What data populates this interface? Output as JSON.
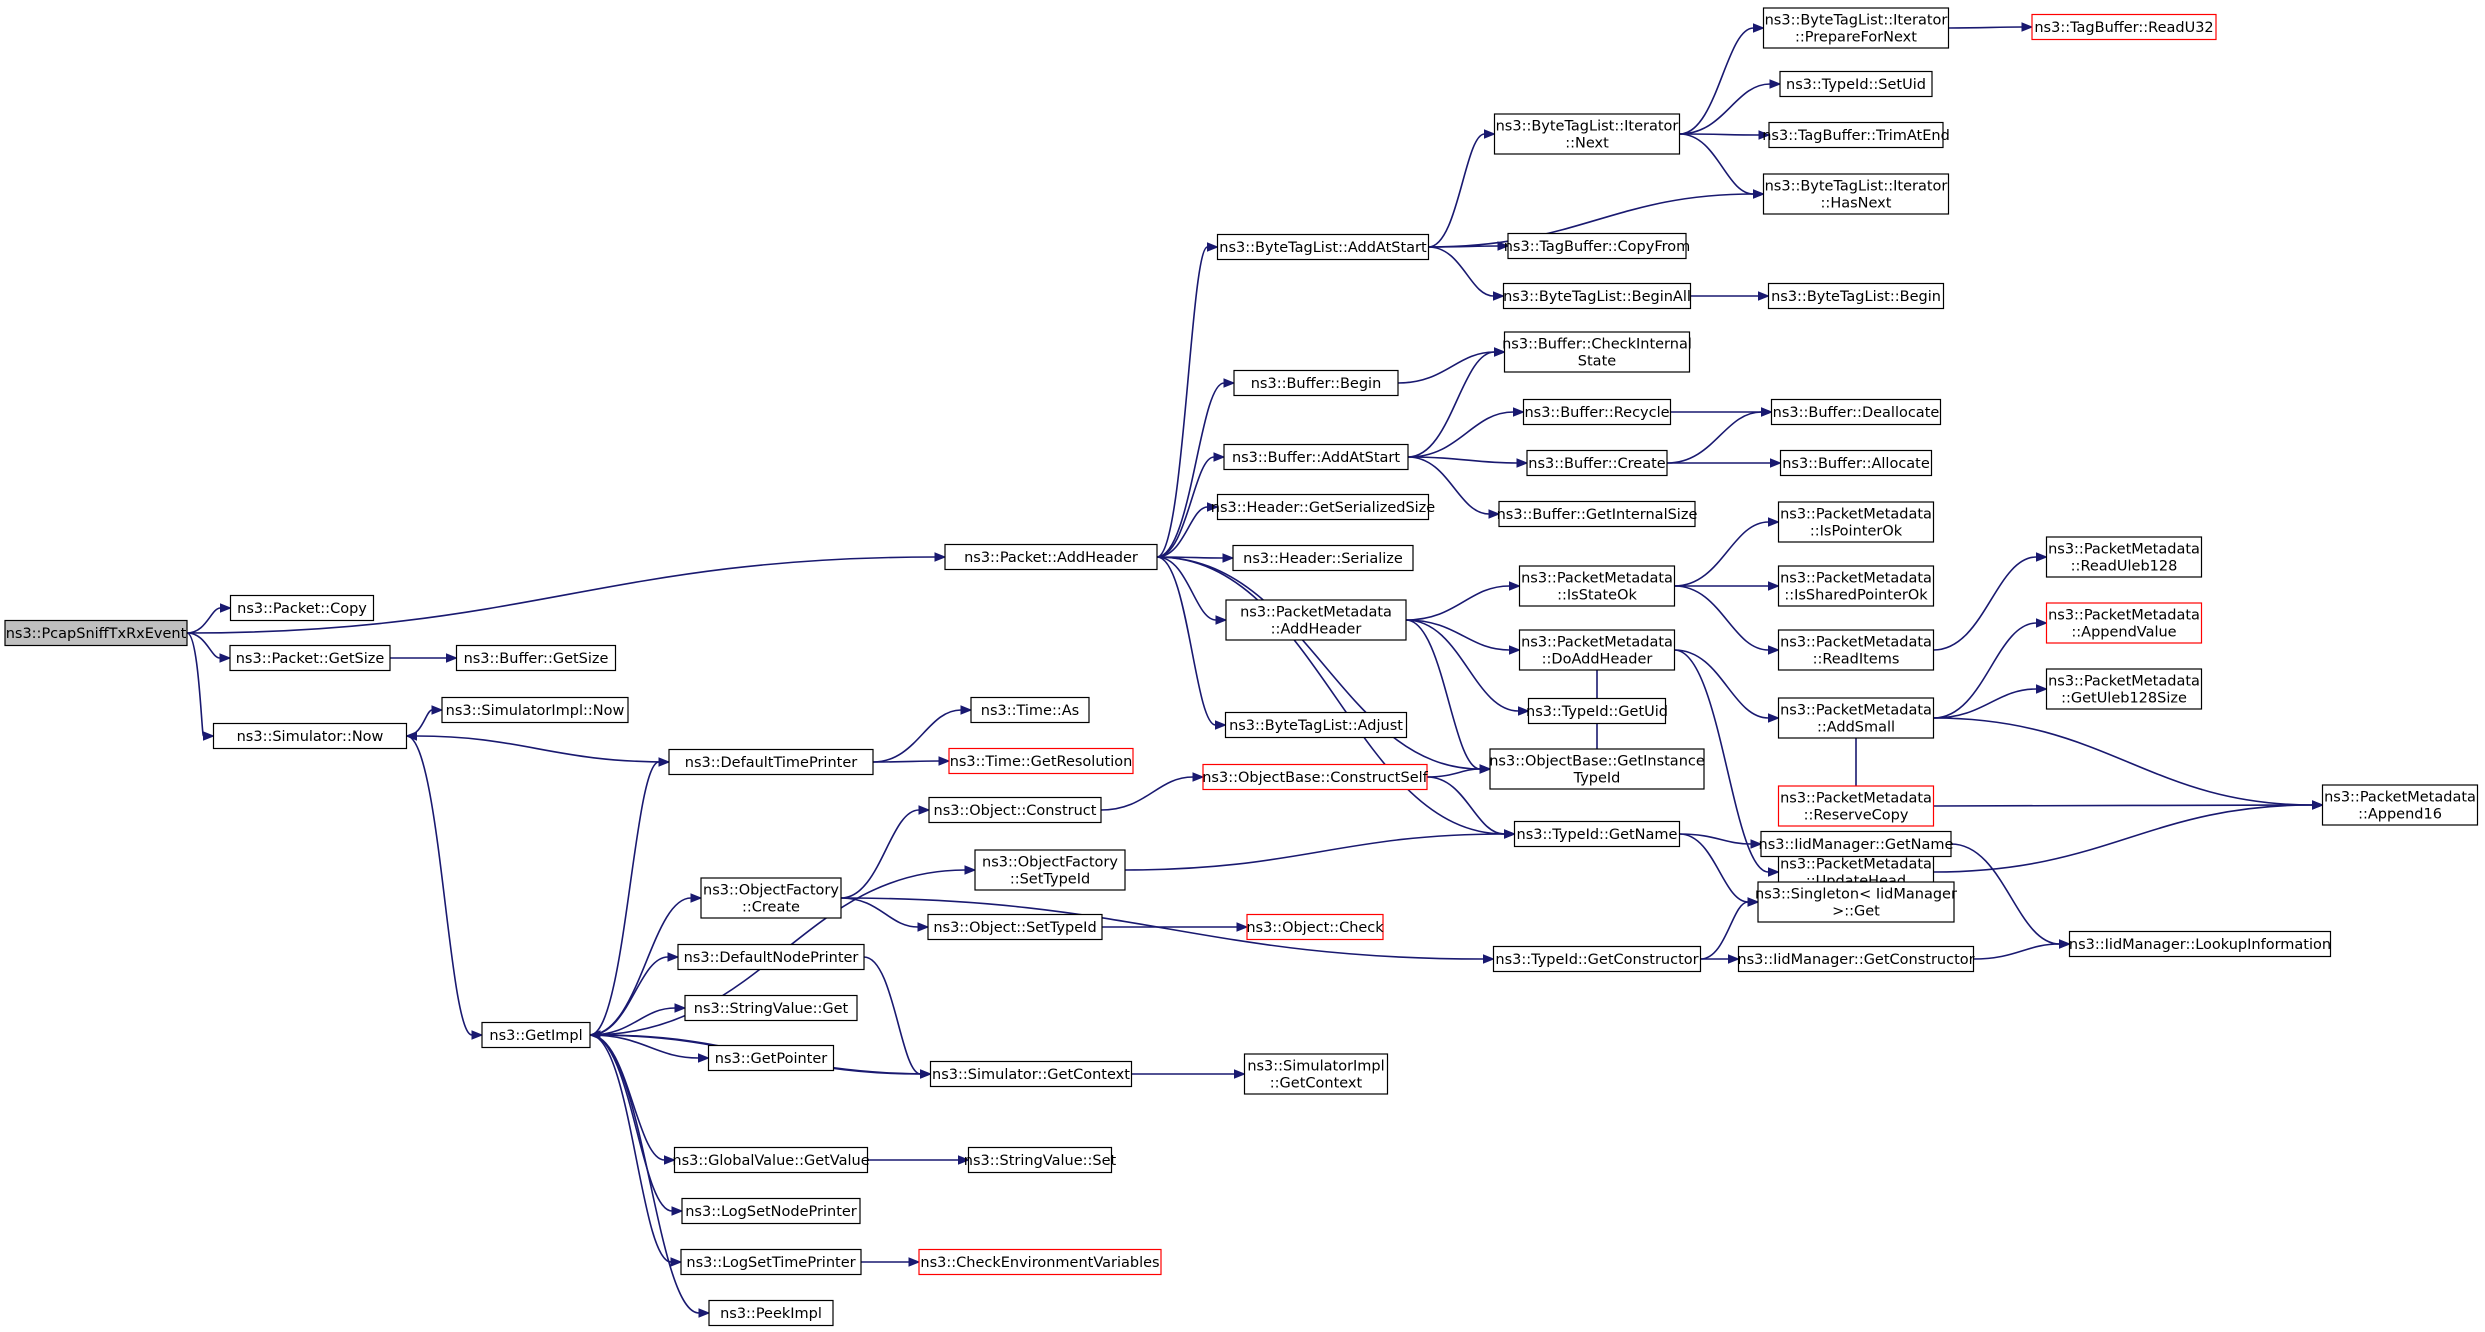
{
  "nodes": [
    {
      "id": "n0",
      "lines": [
        "ns3::PcapSniffTxRxEvent"
      ],
      "root": true
    },
    {
      "id": "n1",
      "lines": [
        "ns3::Packet::AddHeader"
      ]
    },
    {
      "id": "n2",
      "lines": [
        "ns3::Packet::Copy"
      ]
    },
    {
      "id": "n3",
      "lines": [
        "ns3::Packet::GetSize"
      ]
    },
    {
      "id": "n4",
      "lines": [
        "ns3::Simulator::Now"
      ]
    },
    {
      "id": "n5",
      "lines": [
        "ns3::ByteTagList::AddAtStart"
      ]
    },
    {
      "id": "n6",
      "lines": [
        "ns3::Buffer::Begin"
      ]
    },
    {
      "id": "n7",
      "lines": [
        "ns3::Buffer::AddAtStart"
      ]
    },
    {
      "id": "n8",
      "lines": [
        "ns3::Header::GetSerializedSize"
      ]
    },
    {
      "id": "n9",
      "lines": [
        "ns3::Header::Serialize"
      ]
    },
    {
      "id": "n10",
      "lines": [
        "ns3::PacketMetadata",
        "::AddHeader"
      ]
    },
    {
      "id": "n11",
      "lines": [
        "ns3::ByteTagList::Adjust"
      ]
    },
    {
      "id": "n12",
      "lines": [
        "ns3::ObjectBase::GetInstance",
        "TypeId"
      ]
    },
    {
      "id": "n13",
      "lines": [
        "ns3::TypeId::GetName"
      ]
    },
    {
      "id": "n14",
      "lines": [
        "ns3::ByteTagList::Iterator",
        "::Next"
      ]
    },
    {
      "id": "n15",
      "lines": [
        "ns3::ByteTagList::Iterator",
        "::PrepareForNext"
      ]
    },
    {
      "id": "n16",
      "lines": [
        "ns3::TagBuffer::ReadU32"
      ],
      "truncated": true
    },
    {
      "id": "n17",
      "lines": [
        "ns3::TypeId::SetUid"
      ]
    },
    {
      "id": "n18",
      "lines": [
        "ns3::TagBuffer::TrimAtEnd"
      ]
    },
    {
      "id": "n19",
      "lines": [
        "ns3::ByteTagList::Iterator",
        "::HasNext"
      ]
    },
    {
      "id": "n20",
      "lines": [
        "ns3::TagBuffer::CopyFrom"
      ]
    },
    {
      "id": "n21",
      "lines": [
        "ns3::ByteTagList::BeginAll"
      ]
    },
    {
      "id": "n22",
      "lines": [
        "ns3::ByteTagList::Begin"
      ]
    },
    {
      "id": "n23",
      "lines": [
        "ns3::Buffer::CheckInternal",
        "State"
      ]
    },
    {
      "id": "n24",
      "lines": [
        "ns3::Buffer::Recycle"
      ]
    },
    {
      "id": "n25",
      "lines": [
        "ns3::Buffer::Deallocate"
      ]
    },
    {
      "id": "n26",
      "lines": [
        "ns3::Buffer::Create"
      ]
    },
    {
      "id": "n27",
      "lines": [
        "ns3::Buffer::Allocate"
      ]
    },
    {
      "id": "n28",
      "lines": [
        "ns3::Buffer::GetInternalSize"
      ]
    },
    {
      "id": "n29",
      "lines": [
        "ns3::PacketMetadata",
        "::IsStateOk"
      ]
    },
    {
      "id": "n30",
      "lines": [
        "ns3::PacketMetadata",
        "::IsPointerOk"
      ]
    },
    {
      "id": "n31",
      "lines": [
        "ns3::PacketMetadata",
        "::IsSharedPointerOk"
      ]
    },
    {
      "id": "n32",
      "lines": [
        "ns3::PacketMetadata",
        "::ReadItems"
      ]
    },
    {
      "id": "n33",
      "lines": [
        "ns3::PacketMetadata",
        "::ReadUleb128"
      ]
    },
    {
      "id": "n34",
      "lines": [
        "ns3::PacketMetadata",
        "::DoAddHeader"
      ]
    },
    {
      "id": "n35",
      "lines": [
        "ns3::PacketMetadata",
        "::AddSmall"
      ]
    },
    {
      "id": "n36",
      "lines": [
        "ns3::PacketMetadata",
        "::AppendValue"
      ],
      "truncated": true
    },
    {
      "id": "n37",
      "lines": [
        "ns3::PacketMetadata",
        "::GetUleb128Size"
      ]
    },
    {
      "id": "n38",
      "lines": [
        "ns3::PacketMetadata",
        "::Append16"
      ]
    },
    {
      "id": "n39",
      "lines": [
        "ns3::PacketMetadata",
        "::ReserveCopy"
      ],
      "truncated": true
    },
    {
      "id": "n40",
      "lines": [
        "ns3::PacketMetadata",
        "::UpdateHead"
      ]
    },
    {
      "id": "n41",
      "lines": [
        "ns3::TypeId::GetUid"
      ]
    },
    {
      "id": "n42",
      "lines": [
        "ns3::IidManager::GetName"
      ]
    },
    {
      "id": "n43",
      "lines": [
        "ns3::Singleton< IidManager",
        " >::Get"
      ]
    },
    {
      "id": "n44",
      "lines": [
        "ns3::IidManager::LookupInformation"
      ]
    },
    {
      "id": "n45",
      "lines": [
        "ns3::Buffer::GetSize"
      ]
    },
    {
      "id": "n46",
      "lines": [
        "ns3::SimulatorImpl::Now"
      ]
    },
    {
      "id": "n47",
      "lines": [
        "ns3::GetImpl"
      ]
    },
    {
      "id": "n48",
      "lines": [
        "ns3::DefaultTimePrinter"
      ]
    },
    {
      "id": "n49",
      "lines": [
        "ns3::Time::As"
      ]
    },
    {
      "id": "n50",
      "lines": [
        "ns3::Time::GetResolution"
      ],
      "truncated": true
    },
    {
      "id": "n51",
      "lines": [
        "ns3::Object::Construct"
      ]
    },
    {
      "id": "n52",
      "lines": [
        "ns3::ObjectBase::ConstructSelf"
      ],
      "truncated": true
    },
    {
      "id": "n53",
      "lines": [
        "ns3::ObjectFactory",
        "::SetTypeId"
      ]
    },
    {
      "id": "n54",
      "lines": [
        "ns3::ObjectFactory",
        "::Create"
      ]
    },
    {
      "id": "n55",
      "lines": [
        "ns3::Object::SetTypeId"
      ]
    },
    {
      "id": "n56",
      "lines": [
        "ns3::Object::Check"
      ],
      "truncated": true
    },
    {
      "id": "n57",
      "lines": [
        "ns3::TypeId::GetConstructor"
      ]
    },
    {
      "id": "n58",
      "lines": [
        "ns3::IidManager::GetConstructor"
      ]
    },
    {
      "id": "n59",
      "lines": [
        "ns3::DefaultNodePrinter"
      ]
    },
    {
      "id": "n60",
      "lines": [
        "ns3::StringValue::Get"
      ]
    },
    {
      "id": "n61",
      "lines": [
        "ns3::GetPointer"
      ]
    },
    {
      "id": "n62",
      "lines": [
        "ns3::Simulator::GetContext"
      ]
    },
    {
      "id": "n63",
      "lines": [
        "ns3::SimulatorImpl",
        "::GetContext"
      ]
    },
    {
      "id": "n64",
      "lines": [
        "ns3::GlobalValue::GetValue"
      ]
    },
    {
      "id": "n65",
      "lines": [
        "ns3::StringValue::Set"
      ]
    },
    {
      "id": "n66",
      "lines": [
        "ns3::LogSetNodePrinter"
      ]
    },
    {
      "id": "n67",
      "lines": [
        "ns3::LogSetTimePrinter"
      ]
    },
    {
      "id": "n68",
      "lines": [
        "ns3::CheckEnvironmentVariables"
      ],
      "truncated": true
    },
    {
      "id": "n69",
      "lines": [
        "ns3::PeekImpl"
      ]
    }
  ],
  "edges": [
    [
      "n0",
      "n1"
    ],
    [
      "n0",
      "n2"
    ],
    [
      "n0",
      "n3"
    ],
    [
      "n0",
      "n4"
    ],
    [
      "n1",
      "n5"
    ],
    [
      "n1",
      "n6"
    ],
    [
      "n1",
      "n7"
    ],
    [
      "n1",
      "n8"
    ],
    [
      "n1",
      "n9"
    ],
    [
      "n1",
      "n10"
    ],
    [
      "n1",
      "n11"
    ],
    [
      "n1",
      "n12"
    ],
    [
      "n1",
      "n13"
    ],
    [
      "n5",
      "n14"
    ],
    [
      "n5",
      "n19"
    ],
    [
      "n5",
      "n20"
    ],
    [
      "n5",
      "n21"
    ],
    [
      "n14",
      "n15"
    ],
    [
      "n14",
      "n17"
    ],
    [
      "n14",
      "n18"
    ],
    [
      "n14",
      "n19"
    ],
    [
      "n15",
      "n16"
    ],
    [
      "n21",
      "n22"
    ],
    [
      "n6",
      "n23"
    ],
    [
      "n7",
      "n23"
    ],
    [
      "n7",
      "n24"
    ],
    [
      "n7",
      "n26"
    ],
    [
      "n7",
      "n28"
    ],
    [
      "n24",
      "n25"
    ],
    [
      "n26",
      "n25"
    ],
    [
      "n26",
      "n27"
    ],
    [
      "n10",
      "n29"
    ],
    [
      "n10",
      "n34"
    ],
    [
      "n10",
      "n12"
    ],
    [
      "n10",
      "n41"
    ],
    [
      "n29",
      "n30"
    ],
    [
      "n29",
      "n31"
    ],
    [
      "n29",
      "n32"
    ],
    [
      "n32",
      "n33"
    ],
    [
      "n34",
      "n35"
    ],
    [
      "n34",
      "n40"
    ],
    [
      "n34",
      "n12"
    ],
    [
      "n35",
      "n36"
    ],
    [
      "n35",
      "n37"
    ],
    [
      "n35",
      "n38"
    ],
    [
      "n35",
      "n39"
    ],
    [
      "n39",
      "n38"
    ],
    [
      "n40",
      "n38"
    ],
    [
      "n13",
      "n42"
    ],
    [
      "n13",
      "n43"
    ],
    [
      "n42",
      "n44"
    ],
    [
      "n3",
      "n45"
    ],
    [
      "n4",
      "n46"
    ],
    [
      "n4",
      "n47"
    ],
    [
      "n48",
      "n4"
    ],
    [
      "n47",
      "n48"
    ],
    [
      "n47",
      "n54"
    ],
    [
      "n47",
      "n59"
    ],
    [
      "n47",
      "n60"
    ],
    [
      "n47",
      "n61"
    ],
    [
      "n47",
      "n62"
    ],
    [
      "n47",
      "n64"
    ],
    [
      "n47",
      "n66"
    ],
    [
      "n47",
      "n67"
    ],
    [
      "n47",
      "n69"
    ],
    [
      "n47",
      "n53"
    ],
    [
      "n62",
      "n47"
    ],
    [
      "n48",
      "n49"
    ],
    [
      "n48",
      "n50"
    ],
    [
      "n54",
      "n51"
    ],
    [
      "n54",
      "n55"
    ],
    [
      "n54",
      "n57"
    ],
    [
      "n51",
      "n52"
    ],
    [
      "n52",
      "n12"
    ],
    [
      "n52",
      "n13"
    ],
    [
      "n53",
      "n13"
    ],
    [
      "n55",
      "n56"
    ],
    [
      "n57",
      "n58"
    ],
    [
      "n57",
      "n43"
    ],
    [
      "n58",
      "n44"
    ],
    [
      "n59",
      "n62"
    ],
    [
      "n62",
      "n63"
    ],
    [
      "n64",
      "n65"
    ],
    [
      "n67",
      "n68"
    ]
  ]
}
